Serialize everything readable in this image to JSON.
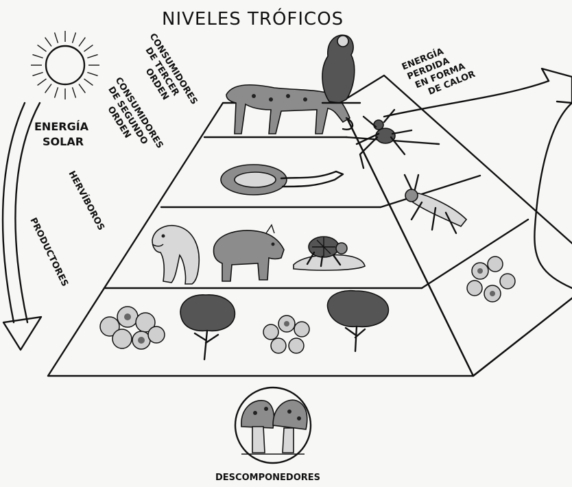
{
  "title": "NIVELES TRÓFICOS",
  "labels": {
    "energia_solar_1": "ENERGÍA",
    "energia_solar_2": "SOLAR",
    "tercer_orden_1": "CONSUMIDORES",
    "tercer_orden_2": "DE TERCER",
    "tercer_orden_3": "ORDEN",
    "segundo_orden_1": "CONSUMIDORES",
    "segundo_orden_2": "DE SEGUNDO",
    "segundo_orden_3": "ORDEN",
    "herbivoros": "HERVÍBOROS",
    "productores": "PRODUCTORES",
    "energia_perdida_1": "ENERGÍA",
    "energia_perdida_2": "PERDIDA",
    "energia_perdida_3": "EN FORMA",
    "energia_perdida_4": "DE CALOR",
    "descomponedores": "DESCOMPONEDORES"
  },
  "icons": {
    "sun": "sun-icon",
    "jaguar": "jaguar-icon",
    "vulture": "vulture-icon",
    "snake": "snake-icon",
    "manatee": "manatee-icon",
    "tapir": "tapir-icon",
    "beetle": "beetle-icon",
    "spider": "spider-icon",
    "grasshopper": "grasshopper-icon",
    "plant": "plant-icon",
    "tree": "tree-icon",
    "mushrooms": "mushrooms-icon"
  }
}
